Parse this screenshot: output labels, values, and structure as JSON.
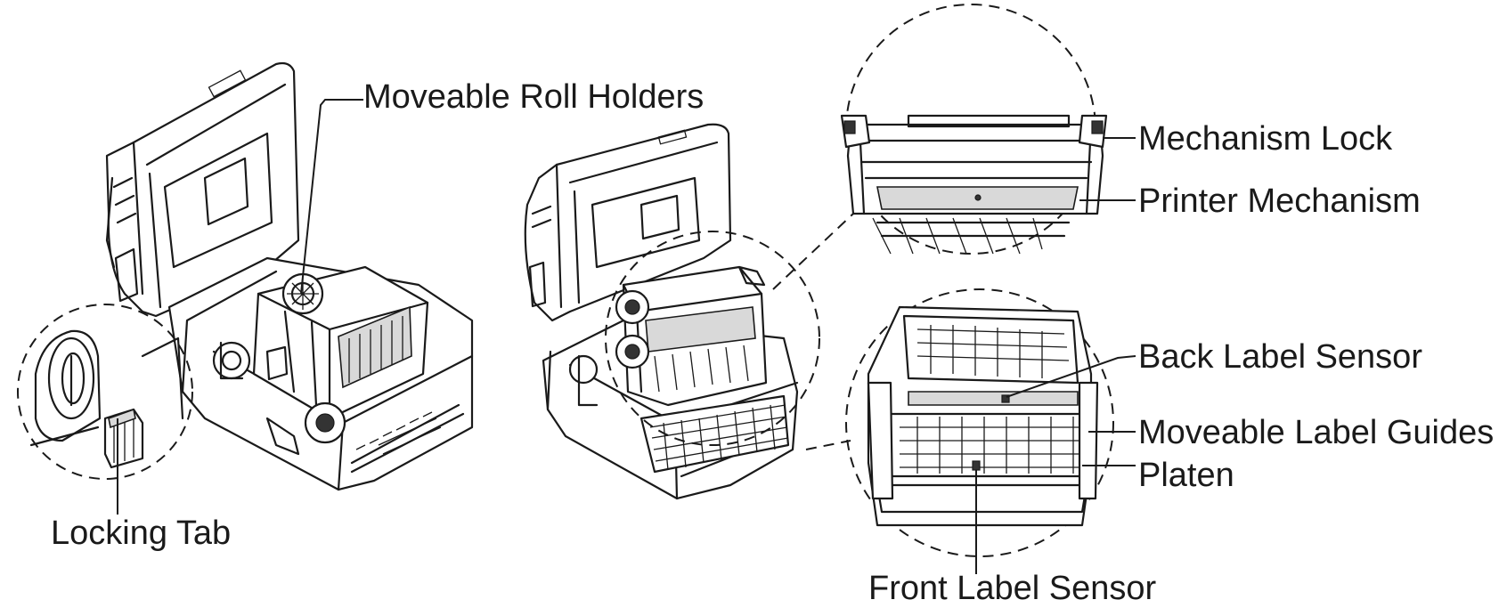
{
  "labels": {
    "moveable_roll_holders": "Moveable Roll Holders",
    "locking_tab": "Locking Tab",
    "mechanism_lock": "Mechanism Lock",
    "printer_mechanism": "Printer Mechanism",
    "back_label_sensor": "Back Label Sensor",
    "moveable_label_guides": "Moveable Label Guides",
    "platen": "Platen",
    "front_label_sensor": "Front Label Sensor"
  }
}
